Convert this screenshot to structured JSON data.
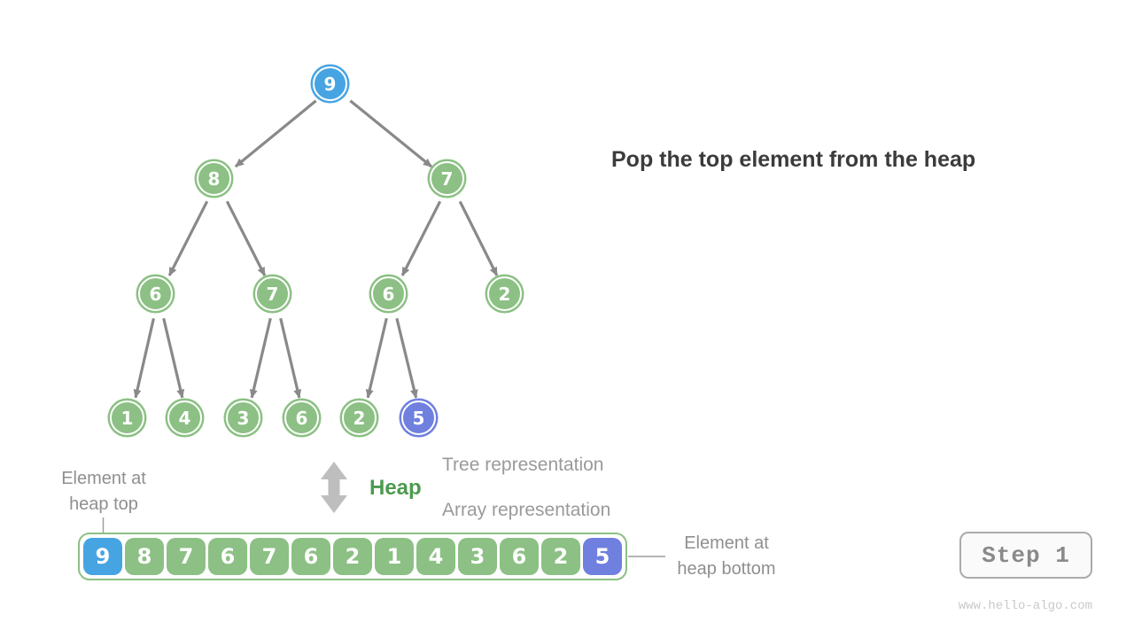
{
  "title": "Pop the top element from the heap",
  "heap_label": "Heap",
  "tree_rep_label": "Tree representation",
  "array_rep_label": "Array representation",
  "heap_top_label": "Element at heap top",
  "heap_bottom_label": "Element at heap bottom",
  "step_button_label": "Step 1",
  "watermark": "www.hello-algo.com",
  "colors": {
    "node_normal": "#8cc084",
    "node_heap_top": "#47a4e2",
    "node_heap_bottom": "#6f80df",
    "heap_text_green": "#4c9b4f",
    "edge_gray": "#898989",
    "title_text": "#3b3b3b",
    "label_gray": "#8f8f8f"
  },
  "tree": {
    "nodes": [
      {
        "value": "9",
        "role": "heap-top"
      },
      {
        "value": "8",
        "role": "normal"
      },
      {
        "value": "7",
        "role": "normal"
      },
      {
        "value": "6",
        "role": "normal"
      },
      {
        "value": "7",
        "role": "normal"
      },
      {
        "value": "6",
        "role": "normal"
      },
      {
        "value": "2",
        "role": "normal"
      },
      {
        "value": "1",
        "role": "normal"
      },
      {
        "value": "4",
        "role": "normal"
      },
      {
        "value": "3",
        "role": "normal"
      },
      {
        "value": "6",
        "role": "normal"
      },
      {
        "value": "2",
        "role": "normal"
      },
      {
        "value": "5",
        "role": "heap-bottom"
      }
    ],
    "edges": [
      [
        0,
        1
      ],
      [
        0,
        2
      ],
      [
        1,
        3
      ],
      [
        1,
        4
      ],
      [
        2,
        5
      ],
      [
        2,
        6
      ],
      [
        3,
        7
      ],
      [
        3,
        8
      ],
      [
        4,
        9
      ],
      [
        4,
        10
      ],
      [
        5,
        11
      ],
      [
        5,
        12
      ]
    ]
  },
  "array": {
    "values": [
      "9",
      "8",
      "7",
      "6",
      "7",
      "6",
      "2",
      "1",
      "4",
      "3",
      "6",
      "2",
      "5"
    ]
  }
}
